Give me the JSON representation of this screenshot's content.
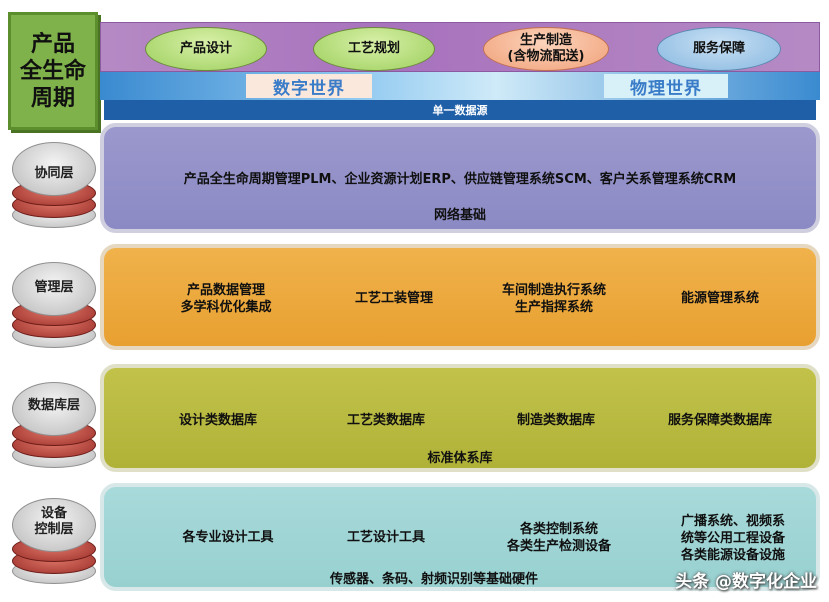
{
  "title": [
    "产品",
    "全生命",
    "周期"
  ],
  "lifecycle": {
    "stages": [
      "产品设计",
      "工艺规划",
      "生产制造\n(含物流配送)",
      "服务保障"
    ],
    "digital_world": "数字世界",
    "physical_world": "物理世界",
    "single_source": "单一数据源"
  },
  "layers": {
    "collab": {
      "label": "协同层",
      "systems": "产品全生命周期管理PLM、企业资源计划ERP、供应链管理系统SCM、客户关系管理系统CRM",
      "foundation": "网络基础"
    },
    "mgmt": {
      "label": "管理层",
      "items": [
        "产品数据管理\n多学科优化集成",
        "工艺工装管理",
        "车间制造执行系统\n生产指挥系统",
        "能源管理系统"
      ]
    },
    "db": {
      "label": "数据库层",
      "items": [
        "设计类数据库",
        "工艺类数据库",
        "制造类数据库",
        "服务保障类数据库"
      ],
      "foundation": "标准体系库"
    },
    "device": {
      "label": "设备\n控制层",
      "items": [
        "各专业设计工具",
        "工艺设计工具",
        "各类控制系统\n各类生产检测设备",
        "广播系统、视频系\n统等公用工程设备\n各类能源设备设施"
      ],
      "foundation": "传感器、条码、射频识别等基础硬件"
    }
  },
  "watermark": "头条 @数字化企业",
  "colors": {
    "title_bg": "#7fb24a",
    "lifecycle_band": "#a872bd",
    "collab": "#8c8ac4",
    "mgmt": "#e8a030",
    "db": "#b0b238",
    "device": "#98d0d0",
    "datasource": "#1f5fa8"
  }
}
